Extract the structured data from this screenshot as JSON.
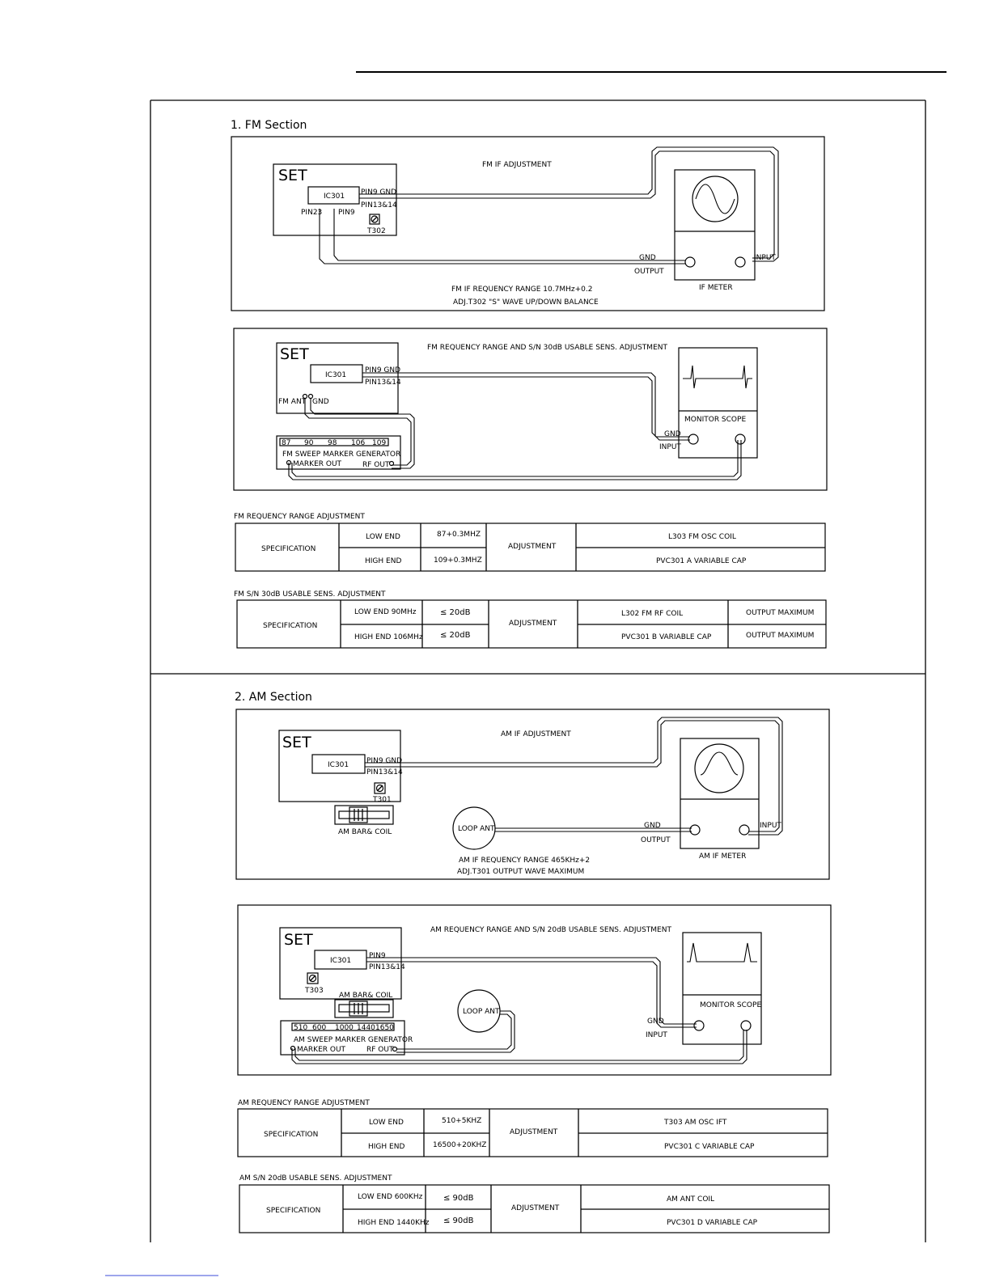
{
  "page": {
    "colors": {
      "ink": "#000000",
      "paper": "#ffffff",
      "footer_link": "#3b4bd8"
    }
  },
  "fm": {
    "heading": "1.   FM Section",
    "if_adj": {
      "title": "FM IF ADJUSTMENT",
      "set_label": "SET",
      "ic": "IC301",
      "pin_gnd": "PIN9  GND",
      "pin_1314": "PIN13&14",
      "pin23": "PIN23",
      "pin9": "PIN9",
      "trim": "T302",
      "gnd": "GND",
      "output": "OUTPUT",
      "input": "INPUT",
      "meter": "IF METER",
      "note1": "FM IF REQUENCY RANGE 10.7MHz+0.2",
      "note2": "ADJ.T302  \"S\" WAVE UP/DOWN BALANCE"
    },
    "range_adj": {
      "title": "FM REQUENCY RANGE  AND S/N 30dB USABLE SENS. ADJUSTMENT",
      "set_label": "SET",
      "ic": "IC301",
      "pin_gnd": "PIN9  GND",
      "pin_1314": "PIN13&14",
      "fm_ant": "FM ANT",
      "gnd_ant": "GND",
      "scale": [
        "87",
        "90",
        "98",
        "106",
        "109"
      ],
      "generator": "FM SWEEP MARKER GENERATOR",
      "marker_out": "MARKER OUT",
      "rf_out": "RF OUT",
      "gnd": "GND",
      "input": "INPUT",
      "scope": "MONITOR SCOPE"
    },
    "table1": {
      "title": "FM REQUENCY RANGE  ADJUSTMENT",
      "spec": "SPECIFICATION",
      "adjustment": "ADJUSTMENT",
      "rows": [
        {
          "label": "LOW END",
          "value": "87+0.3MHZ",
          "adj": "L303  FM OSC COIL"
        },
        {
          "label": "HIGH END",
          "value": "109+0.3MHZ",
          "adj": "PVC301 A VARIABLE CAP"
        }
      ]
    },
    "table2": {
      "title": "FM S/N 30dB USABLE SENS. ADJUSTMENT",
      "spec": "SPECIFICATION",
      "adjustment": "ADJUSTMENT",
      "rows": [
        {
          "label": "LOW END 90MHz",
          "value": "≤  20dB",
          "adj": "L302  FM RF COIL",
          "result": "OUTPUT MAXIMUM"
        },
        {
          "label": "HIGH END 106MHz",
          "value": "≤  20dB",
          "adj": "PVC301 B VARIABLE CAP",
          "result": "OUTPUT MAXIMUM"
        }
      ]
    }
  },
  "am": {
    "heading": "2.   AM Section",
    "if_adj": {
      "title": "AM IF ADJUSTMENT",
      "set_label": "SET",
      "ic": "IC301",
      "pin_gnd": "PIN9  GND",
      "pin_1314": "PIN13&14",
      "trim": "T301",
      "coil": "AM BAR& COIL",
      "loop": "LOOP ANT",
      "gnd": "GND",
      "output": "OUTPUT",
      "input": "INPUT",
      "meter": "AM IF METER",
      "note1": "AM IF REQUENCY RANGE 465KHz+2",
      "note2": "ADJ.T301 OUTPUT WAVE MAXIMUM"
    },
    "range_adj": {
      "title": "AM REQUENCY RANGE  AND S/N 20dB USABLE SENS.  ADJUSTMENT",
      "set_label": "SET",
      "ic": "IC301",
      "pin9": "PIN9",
      "pin_1314": "PIN13&14",
      "trim": "T303",
      "coil": "AM BAR& COIL",
      "loop": "LOOP ANT",
      "scale": [
        "510",
        "600",
        "1000",
        "1440",
        "1650"
      ],
      "generator": "AM SWEEP MARKER GENERATOR",
      "marker_out": "MARKER OUT",
      "rf_out": "RF OUT",
      "gnd": "GND",
      "input": "INPUT",
      "scope": "MONITOR SCOPE"
    },
    "table1": {
      "title": "AM REQUENCY RANGE  ADJUSTMENT",
      "spec": "SPECIFICATION",
      "adjustment": "ADJUSTMENT",
      "rows": [
        {
          "label": "LOW END",
          "value": "510+5KHZ",
          "adj": "T303  AM OSC IFT"
        },
        {
          "label": "HIGH END",
          "value": "16500+20KHZ",
          "adj": "PVC301 C VARIABLE CAP"
        }
      ]
    },
    "table2": {
      "title": "AM S/N 20dB USABLE SENS. ADJUSTMENT",
      "spec": "SPECIFICATION",
      "adjustment": "ADJUSTMENT",
      "rows": [
        {
          "label": "LOW END 600KHz",
          "value": "≤  90dB",
          "adj": "AM ANT COIL"
        },
        {
          "label": "HIGH END 1440KHz",
          "value": "≤  90dB",
          "adj": "PVC301 D VARIABLE CAP"
        }
      ]
    }
  }
}
